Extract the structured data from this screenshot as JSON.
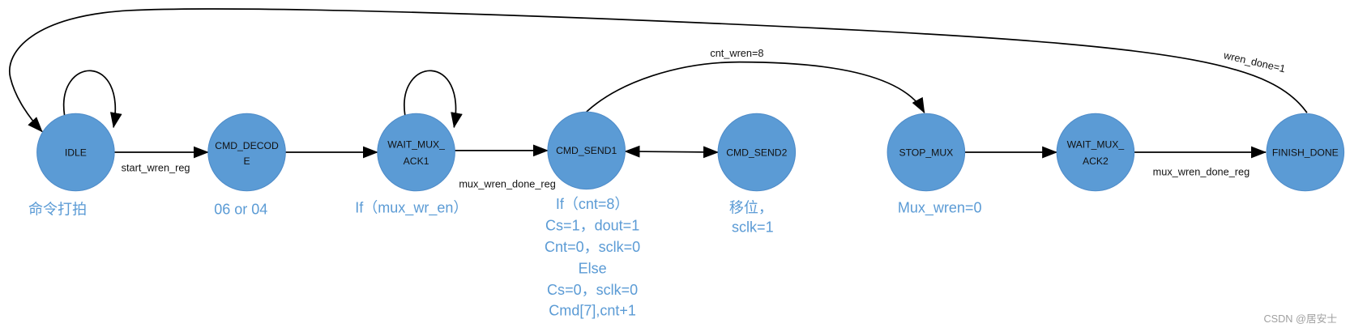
{
  "colors": {
    "node_fill": "#5B9BD5",
    "annotation": "#5B9BD5",
    "edge": "#000000",
    "watermark": "#A0A0A0"
  },
  "nodes": {
    "idle": {
      "lines": [
        "IDLE"
      ]
    },
    "cmd_decode": {
      "lines": [
        "CMD_DECOD",
        "E"
      ]
    },
    "wait_mux_ack1": {
      "lines": [
        "WAIT_MUX_",
        "ACK1"
      ]
    },
    "cmd_send1": {
      "lines": [
        "CMD_SEND1"
      ]
    },
    "cmd_send2": {
      "lines": [
        "CMD_SEND2"
      ]
    },
    "stop_mux": {
      "lines": [
        "STOP_MUX"
      ]
    },
    "wait_mux_ack2": {
      "lines": [
        "WAIT_MUX_",
        "ACK2"
      ]
    },
    "finish_done": {
      "lines": [
        "FINISH_DONE"
      ]
    }
  },
  "edge_labels": {
    "idle_to_cmd_decode": "start_wren_reg",
    "wait_mux_ack1_to_cmd_send1": "mux_wren_done_reg",
    "cmd_send1_to_stop_mux": "cnt_wren=8",
    "wait_mux_ack2_to_finish_done": "mux_wren_done_reg",
    "finish_done_to_idle": "wren_done=1"
  },
  "annotations": {
    "idle": [
      "命令打拍"
    ],
    "cmd_decode": [
      "06 or 04"
    ],
    "wait_mux_ack1": [
      "If（mux_wr_en）"
    ],
    "cmd_send1": [
      "If（cnt=8）",
      "Cs=1，dout=1",
      "Cnt=0，sclk=0",
      "Else",
      "Cs=0，sclk=0",
      "Cmd[7],cnt+1"
    ],
    "cmd_send2": [
      "移位，",
      "sclk=1"
    ],
    "stop_mux": [
      "Mux_wren=0"
    ]
  },
  "watermark": "CSDN @居安士"
}
